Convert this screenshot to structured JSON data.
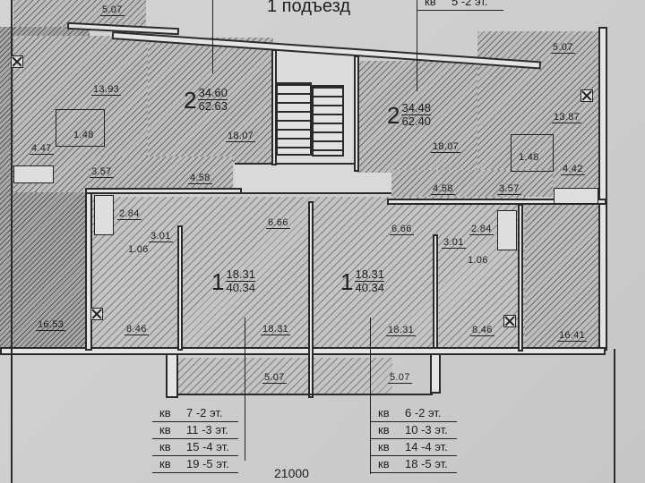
{
  "document": {
    "type": "floor-plan",
    "entrance_title": "1 подъезд",
    "overall_dimension": "21000",
    "colors": {
      "paper": "#cfcfcd",
      "ink": "#1e1e1e",
      "wall_fill": "#e4e4e2",
      "hatch_fill": "#bdbdbb"
    }
  },
  "apartments": [
    {
      "id": "apt-2-left",
      "rooms": "2",
      "living_area": "34.60",
      "total_area": "62.63"
    },
    {
      "id": "apt-2-right",
      "rooms": "2",
      "living_area": "34.48",
      "total_area": "62.40"
    },
    {
      "id": "apt-1-left",
      "rooms": "1",
      "living_area": "18.31",
      "total_area": "40.34"
    },
    {
      "id": "apt-1-right",
      "rooms": "1",
      "living_area": "18.31",
      "total_area": "40.34"
    }
  ],
  "room_labels": {
    "top_left_balcony": "5.07",
    "left_room_top": "13.93",
    "left_wc": "1.48",
    "left_hall_small": "4.47",
    "left_corridor": "3.57",
    "apt2l_room": "18.07",
    "apt2l_hall": "4.58",
    "apt2r_room": "18.07",
    "apt2r_hall": "4.58",
    "right_corridor": "3.57",
    "top_right_balcony": "5.07",
    "right_room_top": "13.87",
    "right_wc": "1.48",
    "right_hall_small": "4.42",
    "apt1l_bath": "2.84",
    "apt1l_hall": "3.01",
    "apt1l_wc": "1.06",
    "apt1l_kitchen": "6.66",
    "apt1l_room": "8.46",
    "apt1l_living": "18.31",
    "apt1l_balcony": "5.07",
    "apt1r_bath": "2.84",
    "apt1r_hall": "3.01",
    "apt1r_wc": "1.06",
    "apt1r_kitchen": "6.66",
    "apt1r_room": "8.46",
    "apt1r_living": "18.31",
    "apt1r_balcony": "5.07",
    "left_big_room": "16.53",
    "right_big_room": "16.41"
  },
  "apartment_number_tables": {
    "top_right": [
      {
        "kv": "кв",
        "num": "5 -2 эт."
      }
    ],
    "bottom_left": [
      {
        "kv": "кв",
        "num": "7 -2 эт."
      },
      {
        "kv": "кв",
        "num": "11 -3 эт."
      },
      {
        "kv": "кв",
        "num": "15 -4 эт."
      },
      {
        "kv": "кв",
        "num": "19 -5 эт."
      }
    ],
    "bottom_right": [
      {
        "kv": "кв",
        "num": "6 -2 эт."
      },
      {
        "kv": "кв",
        "num": "10 -3 эт."
      },
      {
        "kv": "кв",
        "num": "14 -4 эт."
      },
      {
        "kv": "кв",
        "num": "18 -5 эт."
      }
    ]
  }
}
